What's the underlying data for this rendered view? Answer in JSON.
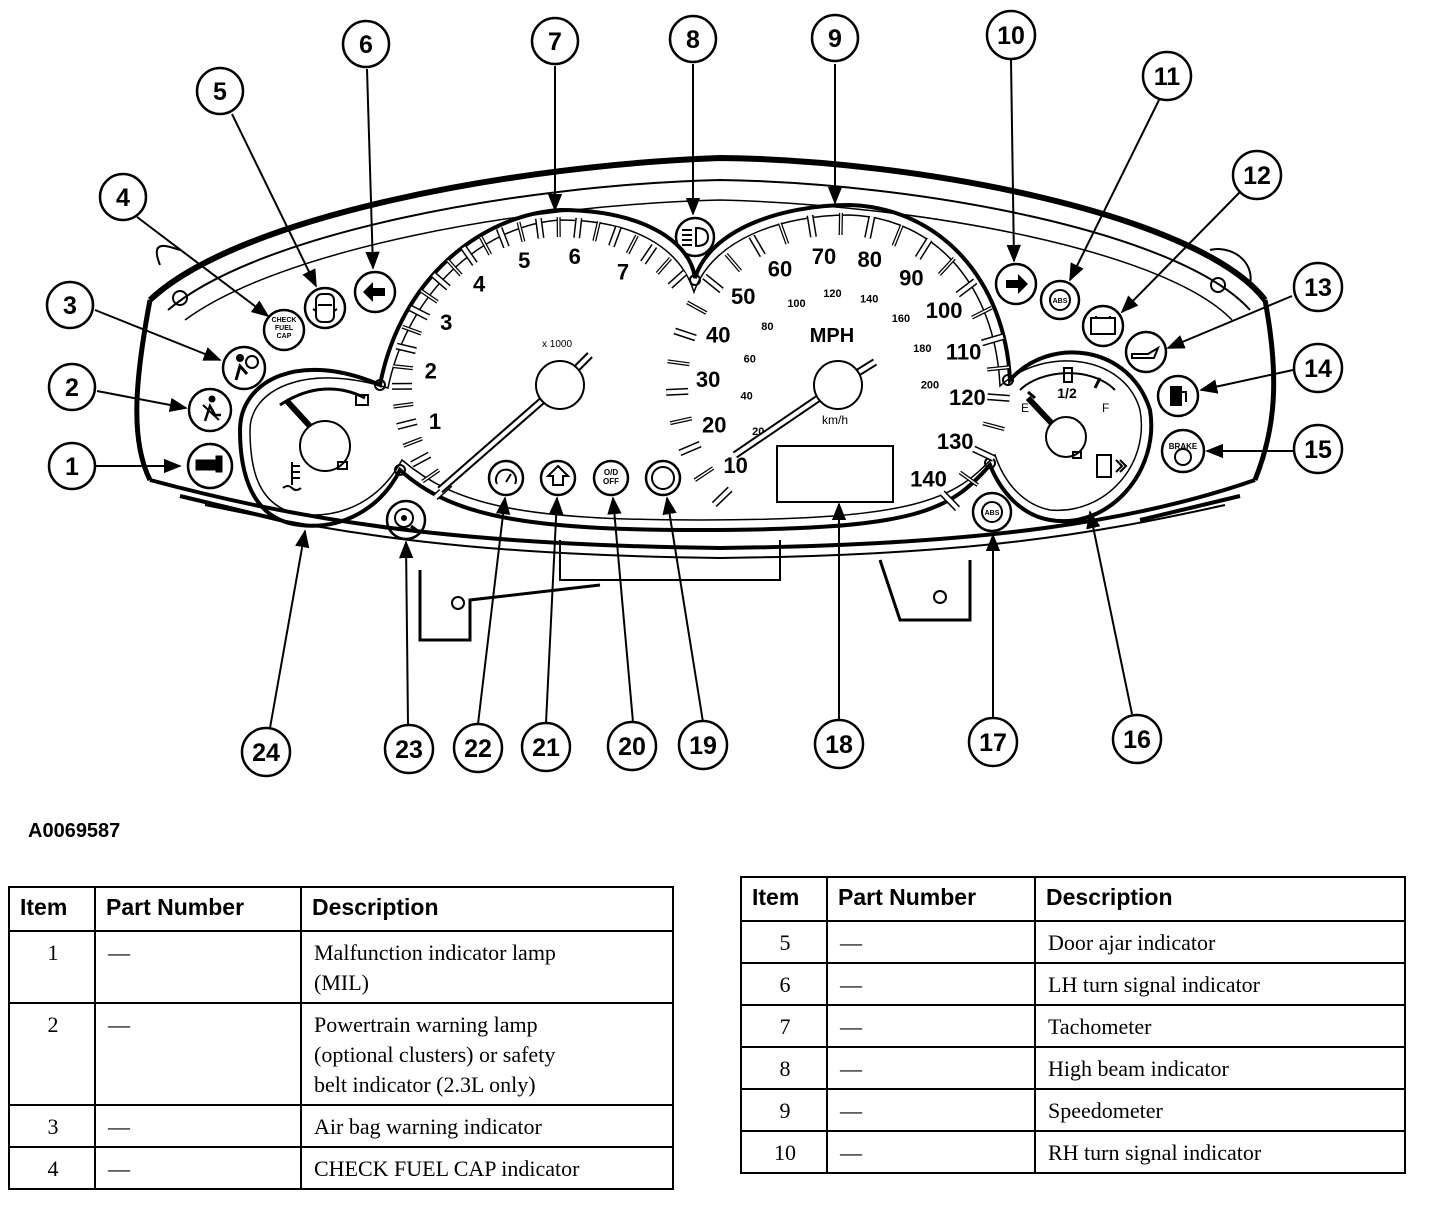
{
  "figure": {
    "reference_code": "A0069587",
    "callouts": [
      "1",
      "2",
      "3",
      "4",
      "5",
      "6",
      "7",
      "8",
      "9",
      "10",
      "11",
      "12",
      "13",
      "14",
      "15",
      "16",
      "17",
      "18",
      "19",
      "20",
      "21",
      "22",
      "23",
      "24"
    ],
    "tachometer": {
      "unit_label": "x 1000",
      "ticks": [
        "1",
        "2",
        "3",
        "4",
        "5",
        "6",
        "7"
      ]
    },
    "speedometer": {
      "unit_label": "MPH",
      "metric_label": "km/h",
      "mph_ticks": [
        "10",
        "20",
        "30",
        "40",
        "50",
        "60",
        "70",
        "80",
        "90",
        "100",
        "110",
        "120",
        "130",
        "140"
      ],
      "kmh_ticks": [
        "20",
        "40",
        "60",
        "80",
        "100",
        "120",
        "140",
        "160",
        "180",
        "200"
      ]
    },
    "fuel_gauge": {
      "empty": "E",
      "half": "1/2",
      "full": "F"
    },
    "indicator_labels": {
      "check_fuel_cap": [
        "CHECK",
        "FUEL",
        "CAP"
      ],
      "abs": "ABS",
      "brake": "BRAKE",
      "od_off": [
        "O/D",
        "OFF"
      ]
    }
  },
  "tables": {
    "headers": {
      "item": "Item",
      "part_number": "Part Number",
      "description": "Description"
    },
    "left": [
      {
        "item": "1",
        "part_number": "—",
        "description": [
          "Malfunction indicator lamp",
          "(MIL)"
        ]
      },
      {
        "item": "2",
        "part_number": "—",
        "description": [
          "Powertrain warning lamp",
          "(optional clusters) or safety",
          "belt indicator (2.3L only)"
        ]
      },
      {
        "item": "3",
        "part_number": "—",
        "description": [
          "Air bag warning indicator"
        ]
      },
      {
        "item": "4",
        "part_number": "—",
        "description": [
          "CHECK FUEL CAP indicator"
        ]
      }
    ],
    "right": [
      {
        "item": "5",
        "part_number": "—",
        "description": [
          "Door ajar indicator"
        ]
      },
      {
        "item": "6",
        "part_number": "—",
        "description": [
          "LH turn signal indicator"
        ]
      },
      {
        "item": "7",
        "part_number": "—",
        "description": [
          "Tachometer"
        ]
      },
      {
        "item": "8",
        "part_number": "—",
        "description": [
          "High beam indicator"
        ]
      },
      {
        "item": "9",
        "part_number": "—",
        "description": [
          "Speedometer"
        ]
      },
      {
        "item": "10",
        "part_number": "—",
        "description": [
          "RH turn signal indicator"
        ]
      }
    ]
  }
}
